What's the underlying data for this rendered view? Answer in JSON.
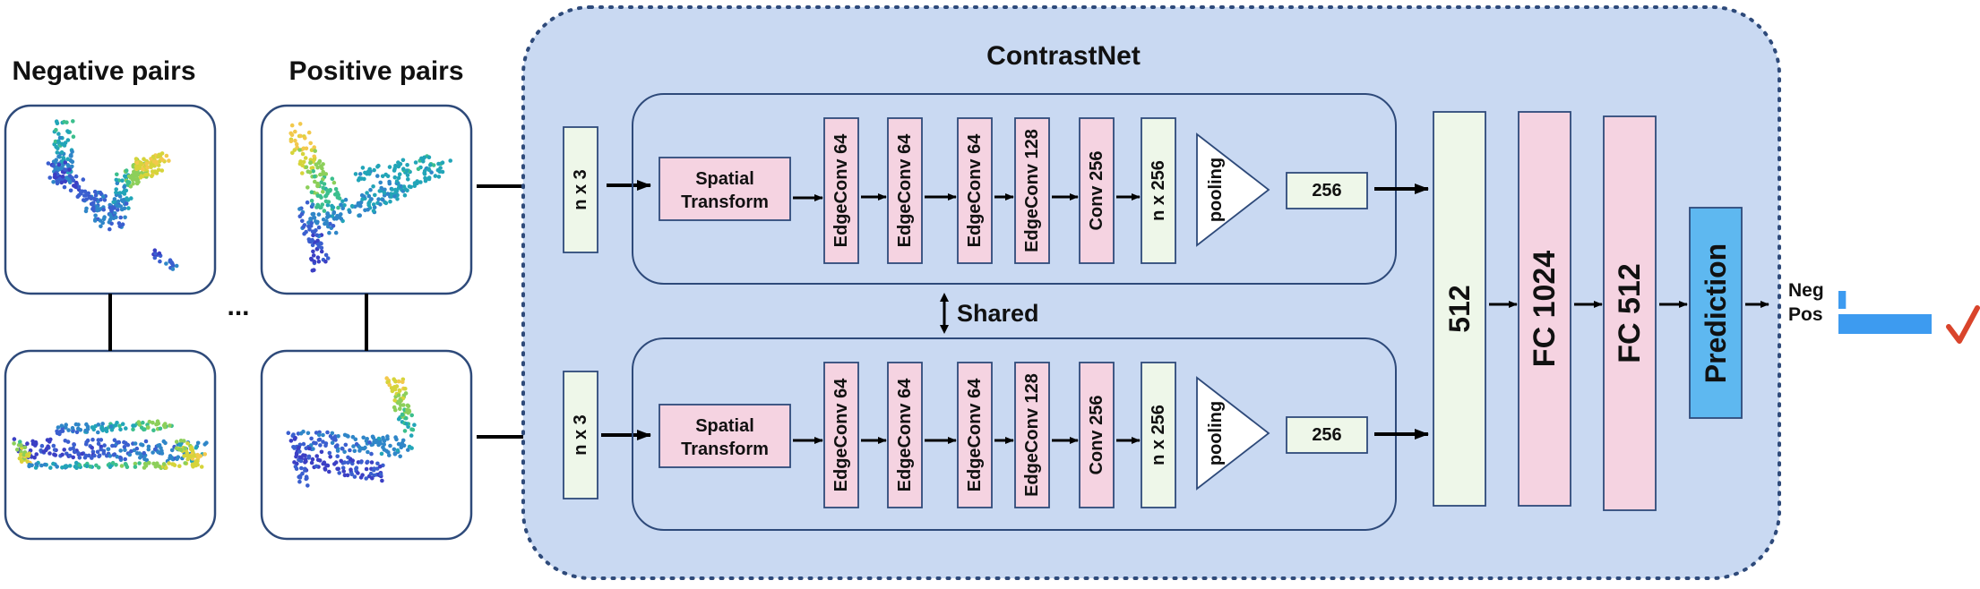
{
  "labels": {
    "negative_pairs": "Negative pairs",
    "positive_pairs": "Positive pairs",
    "ellipsis": "...",
    "network": "ContrastNet",
    "shared": "Shared",
    "input": "n x 3",
    "spatial_transform_line1": "Spatial",
    "spatial_transform_line2": "Transform",
    "edgeconv_1": "EdgeConv 64",
    "edgeconv_2": "EdgeConv 64",
    "edgeconv_3": "EdgeConv 64",
    "edgeconv_4": "EdgeConv 128",
    "conv": "Conv 256",
    "feature": "n x 256",
    "pooling": "pooling",
    "global_feature": "256",
    "concat": "512",
    "fc1": "FC  1024",
    "fc2": "FC  512",
    "prediction": "Prediction",
    "neg": "Neg",
    "pos": "Pos"
  },
  "prediction_scores": {
    "neg": 0.08,
    "pos": 1.0
  },
  "colors": {
    "network_bg": "#c9d9f2",
    "network_border": "#2e4a7a",
    "pink_block": "#f5d3e1",
    "green_block": "#eef7e9",
    "prediction_block": "#5eb8f0",
    "bar": "#3d9bf0",
    "check": "#d9442b"
  }
}
